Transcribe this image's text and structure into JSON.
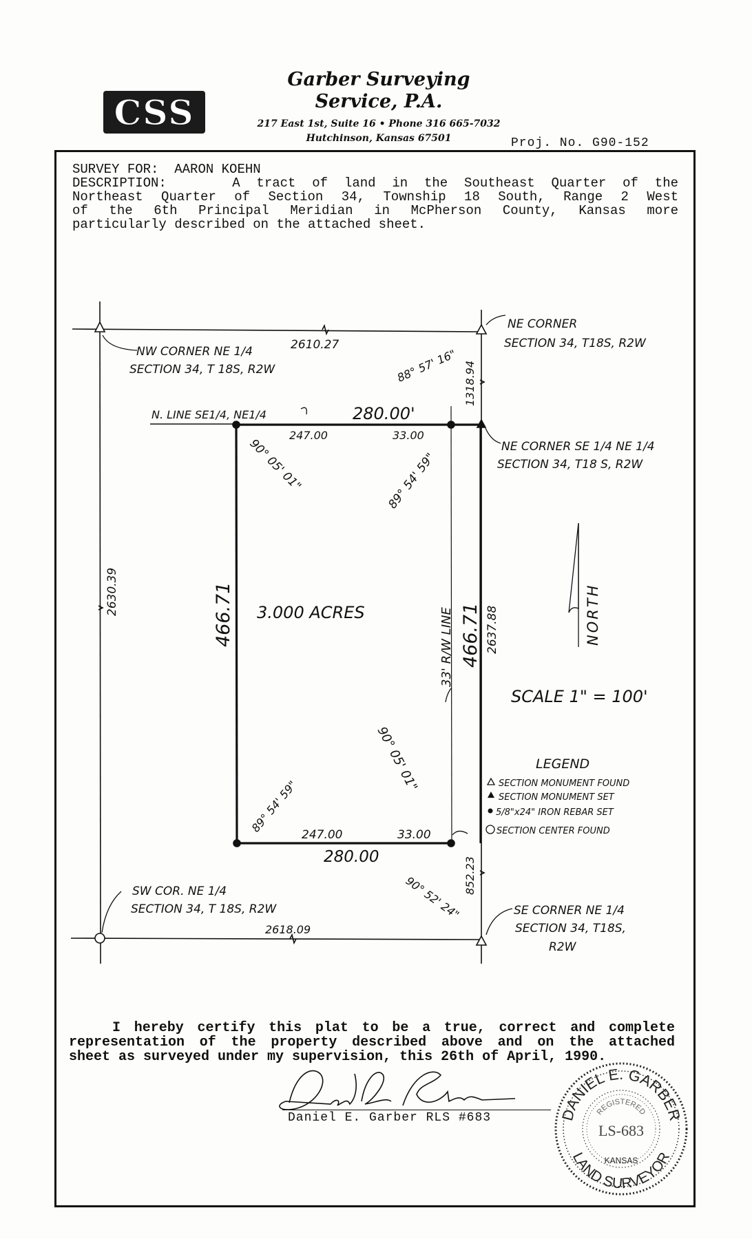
{
  "letterhead": {
    "logo_text": "CSS",
    "company_line1": "Garber Surveying",
    "company_line2": "Service, P.A.",
    "address_line1": "217 East 1st, Suite 16 • Phone 316 665-7032",
    "address_line2": "Hutchinson, Kansas 67501",
    "project_number": "Proj. No. G90-152"
  },
  "description": {
    "survey_for_label": "SURVEY FOR:",
    "survey_for_value": "AARON KOEHN",
    "description_label": "DESCRIPTION:",
    "line1": "A tract of land in the Southeast Quarter of the",
    "line2": "Northeast Quarter of Section 34, Township 18 South, Range 2 West",
    "line3": "of the 6th Principal Meridian in McPherson County, Kansas more",
    "line4": "particularly described on the attached sheet."
  },
  "plat": {
    "nw_corner_line1": "NW CORNER NE 1/4",
    "nw_corner_line2": "SECTION 34, T 18S, R2W",
    "ne_corner_line1": "NE CORNER",
    "ne_corner_line2": "SECTION 34, T18S, R2W",
    "top_distance": "2610.27",
    "bearing_ne_top": "88° 57' 16\"",
    "east_top_distance": "1318.94",
    "n_line_label": "N. LINE SE1/4, NE1/4",
    "north_total": "280.00'",
    "north_seg1": "247.00",
    "north_seg2": "33.00",
    "ne_se_corner_line1": "NE CORNER SE 1/4 NE 1/4",
    "ne_se_corner_line2": "SECTION 34, T18 S, R2W",
    "angle_nw": "90° 05' 01\"",
    "angle_ne": "89° 54' 59\"",
    "west_side": "466.71",
    "east_side": "466.71",
    "left_section_line": "2630.39",
    "right_section_line": "2637.88",
    "area": "3.000 ACRES",
    "row_line": "33' R/W LINE",
    "north_label": "NORTH",
    "scale": "SCALE 1\" = 100'",
    "angle_se": "90° 05' 01\"",
    "angle_sw": "89° 54' 59\"",
    "south_seg1": "247.00",
    "south_seg2": "33.00",
    "south_total": "280.00",
    "east_bottom_distance": "852.23",
    "angle_bottom": "90° 52' 24\"",
    "sw_corner_line1": "SW COR. NE 1/4",
    "sw_corner_line2": "SECTION 34, T 18S, R2W",
    "bottom_distance": "2618.09",
    "se_corner_line1": "SE CORNER NE 1/4",
    "se_corner_line2": "SECTION 34, T18S,",
    "se_corner_line3": "R2W"
  },
  "legend": {
    "title": "LEGEND",
    "item1": "SECTION MONUMENT FOUND",
    "item2": "SECTION MONUMENT SET",
    "item3": "5/8\"x24\" IRON REBAR SET",
    "item4": "SECTION CENTER FOUND"
  },
  "certification": {
    "line1": "I hereby certify this plat to be a true, correct and complete",
    "line2": "representation of the property described above and on the attached",
    "line3": "sheet as surveyed under my supervision, this 26th of April, 1990.",
    "signer": "Daniel E. Garber   RLS #683",
    "signature": "Daniel E. Garber"
  },
  "seal": {
    "outer_top": "DANIEL E. GARBER",
    "inner_top": "REGISTERED",
    "number": "LS-683",
    "inner_bottom": "KANSAS",
    "outer_bottom": "LAND SURVEYOR"
  },
  "colors": {
    "ink": "#111111",
    "paper": "#fdfdfb"
  }
}
